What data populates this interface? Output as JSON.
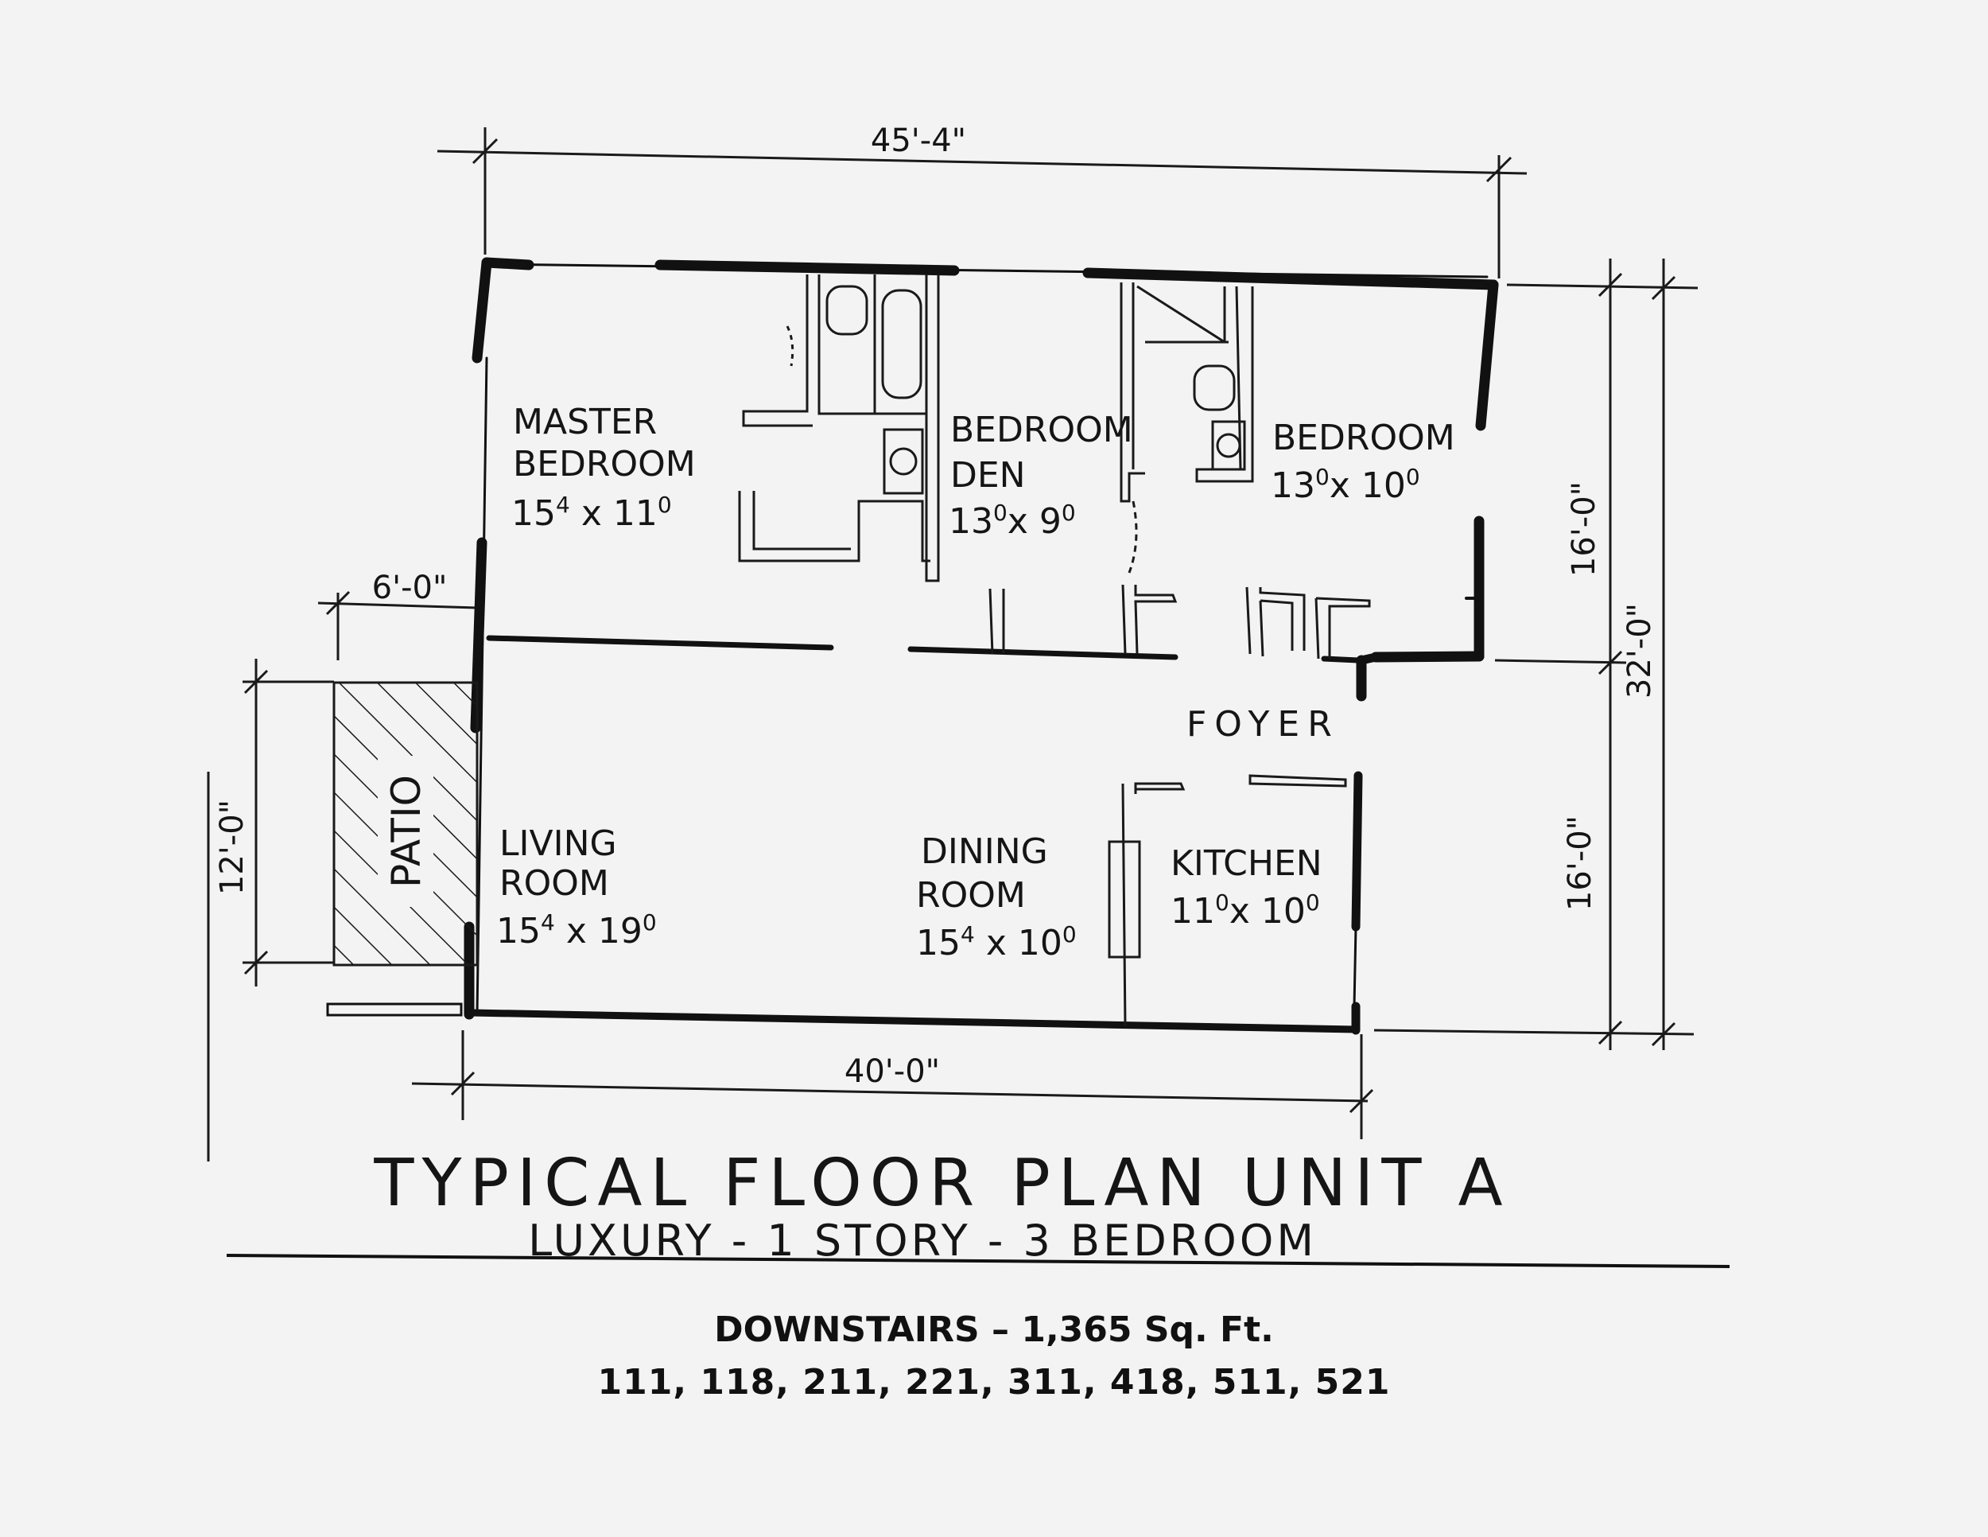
{
  "dimensions": {
    "overall_width": "45'-4\"",
    "lower_width": "40'-0\"",
    "patio_width": "6'-0\"",
    "patio_depth": "12'-0\"",
    "upper_depth": "16'-0\"",
    "lower_depth": "16'-0\"",
    "total_depth": "32'-0\""
  },
  "rooms": {
    "master_bedroom": {
      "line1": "MASTER",
      "line2": "BEDROOM",
      "size_main": "15",
      "size_sup": "4",
      "size_rest": " x 11",
      "size_rest_sup": "0"
    },
    "bedroom_den": {
      "line1": "BEDROOM",
      "line2": "DEN",
      "size_main": "13",
      "size_sup": "0",
      "size_rest": "x 9",
      "size_rest_sup": "0"
    },
    "bedroom": {
      "line1": "BEDROOM",
      "size_main": "13",
      "size_sup": "0",
      "size_rest": "x 10",
      "size_rest_sup": "0"
    },
    "foyer": {
      "label": "FOYER"
    },
    "living_room": {
      "line1": "LIVING",
      "line2": "ROOM",
      "size_main": "15",
      "size_sup": "4",
      "size_rest": " x 19",
      "size_rest_sup": "0"
    },
    "dining_room": {
      "line1": "DINING",
      "line2": "ROOM",
      "size_main": "15",
      "size_sup": "4",
      "size_rest": " x 10",
      "size_rest_sup": "0"
    },
    "kitchen": {
      "line1": "KITCHEN",
      "size_main": "11",
      "size_sup": "0",
      "size_rest": "x 10",
      "size_rest_sup": "0"
    },
    "patio": {
      "label": "PATIO"
    }
  },
  "title": {
    "main": "TYPICAL  FLOOR  PLAN  UNIT  A",
    "sub": "LUXURY - 1 STORY - 3 BEDROOM"
  },
  "footer": {
    "line1": "DOWNSTAIRS – 1,365 Sq. Ft.",
    "line2": "111, 118, 211, 221, 311, 418, 511, 521"
  }
}
